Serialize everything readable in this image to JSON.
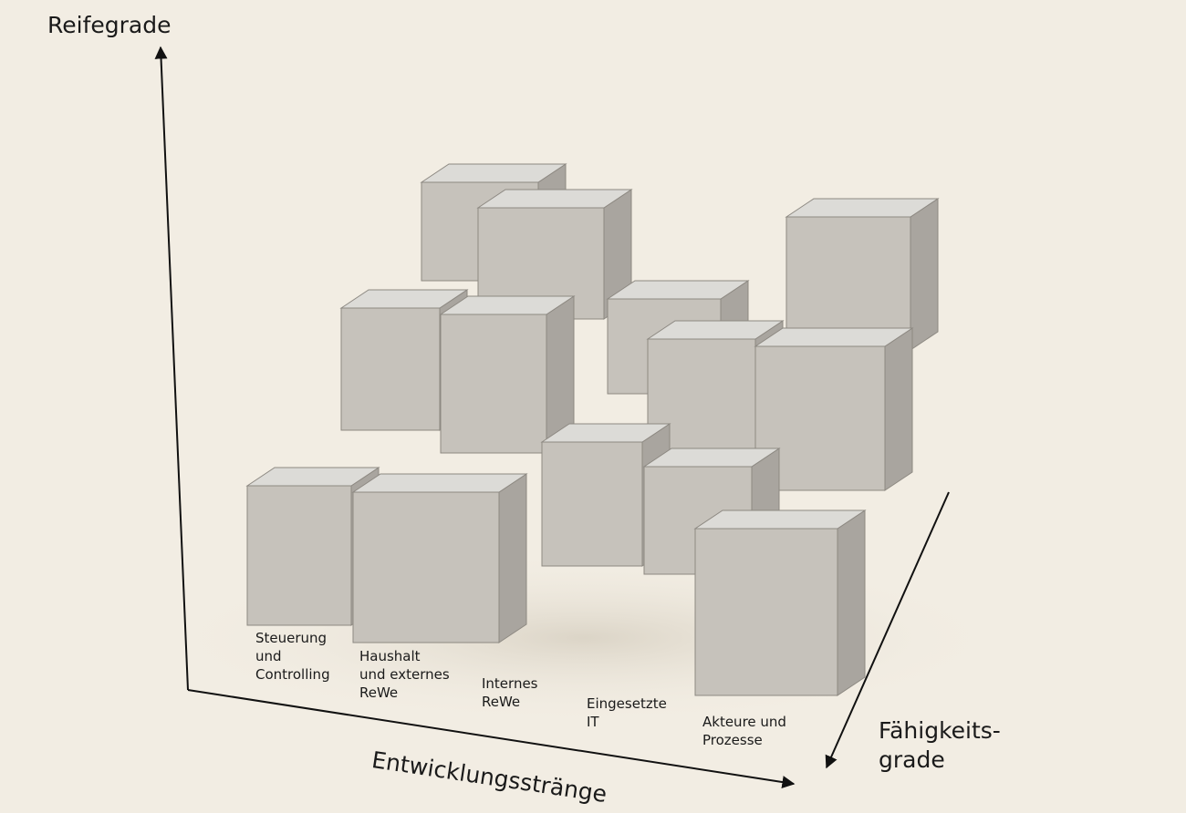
{
  "axes": {
    "vertical_title": "Reifegrade",
    "horizontal_title": "Entwicklungsstränge",
    "depth_title": "Fähigkeits-\ngrade"
  },
  "strands": [
    "Steuerung\nund\nControlling",
    "Haushalt\nund externes\nReWe",
    "Internes\nReWe",
    "Eingesetzte\nIT",
    "Akteure und\nProzesse"
  ],
  "colors": {
    "background": "#f2ede3",
    "cube_top": "#dcdbd7",
    "cube_front": "#c6c2bb",
    "cube_side": "#a9a59f",
    "axis": "#111111"
  }
}
